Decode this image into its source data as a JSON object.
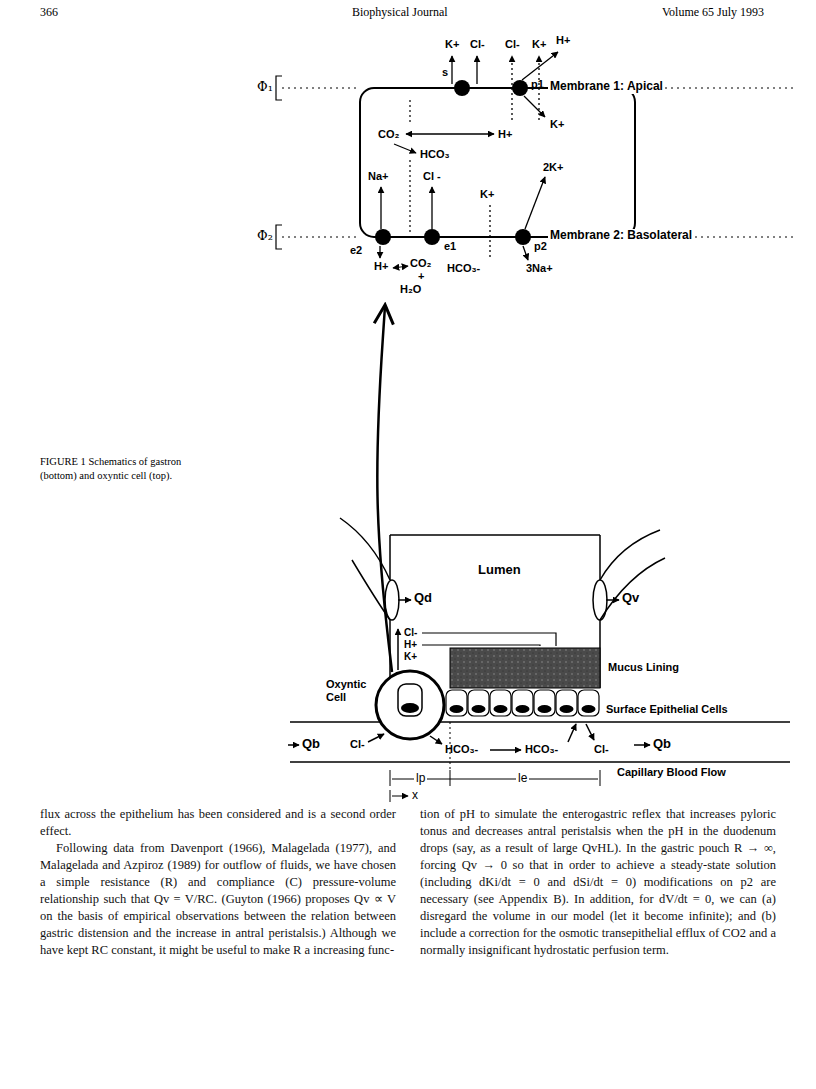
{
  "diagram": {
    "caption": "FIGURE 1 Schematics of gastron (bottom) and oxyntic cell (top).",
    "nodes": [
      {
        "text": [
          "Membrane 1: Apical",
          "Membrane 2: Basolateral"
        ]
      },
      {
        "text": [
          "Lumen"
        ]
      },
      {
        "text": [
          "Mucus Lining"
        ]
      },
      {
        "text": [
          "Oxyntic Cell"
        ]
      }
    ],
    "edges": [
      {
        "from": 3,
        "to": 0,
        "arrow": "to"
      }
    ],
    "labels": [
      "366",
      "Biophysical Journal",
      "Volume 65 July 1993",
      "K+",
      "Cl-",
      "Cl-",
      "K+",
      "H+",
      "s",
      "p1",
      "K+",
      "CO₂",
      "H+",
      "HCO₃",
      "2K+",
      "Na+",
      "Cl -",
      "K+",
      "e2",
      "e1",
      "p2",
      "3Na+",
      "H+",
      "CO₂",
      "+",
      "HCO₃-",
      "H₂O",
      "Φ₁",
      "Φ₂",
      "Qd",
      "Qv",
      "Cl-",
      "H+",
      "K+",
      "Surface Epithelial Cells",
      "Qb",
      "Cl-",
      "HCO₃-",
      "HCO₃-",
      "Cl-",
      "Qb",
      "Capillary Blood Flow",
      "lp",
      "le",
      "x",
      "flux across the epithelium has been considered and is a second order effect.",
      "Following data from Davenport (1966), Malagelada (1977), and Malagelada and Azpiroz (1989) for outflow of fluids, we have chosen a simple resistance (R) and compliance (C) pressure-volume relationship such that Qv = V/RC. (Guyton (1966) proposes Qv ∝ V on the basis of empirical observations between the relation between gastric distension and the increase in antral peristalsis.) Although we have kept RC constant, it might be useful to make R a increasing func-",
      "tion of pH to simulate the enterogastric reflex that increases pyloric tonus and decreases antral peristalsis when the pH in the duodenum drops (say, as a result of large QvHL). In the gastric pouch R → ∞, forcing Qv → 0 so that in order to achieve a steady-state solution (including dKi/dt = 0 and dSi/dt = 0) modifications on p2 are necessary (see Appendix B). In addition, for dV/dt = 0, we can (a) disregard the volume in our model (let it become infinite); and (b) include a correction for the osmotic transepithelial efflux of CO2 and a normally insignificant hydrostatic perfusion term."
    ]
  }
}
